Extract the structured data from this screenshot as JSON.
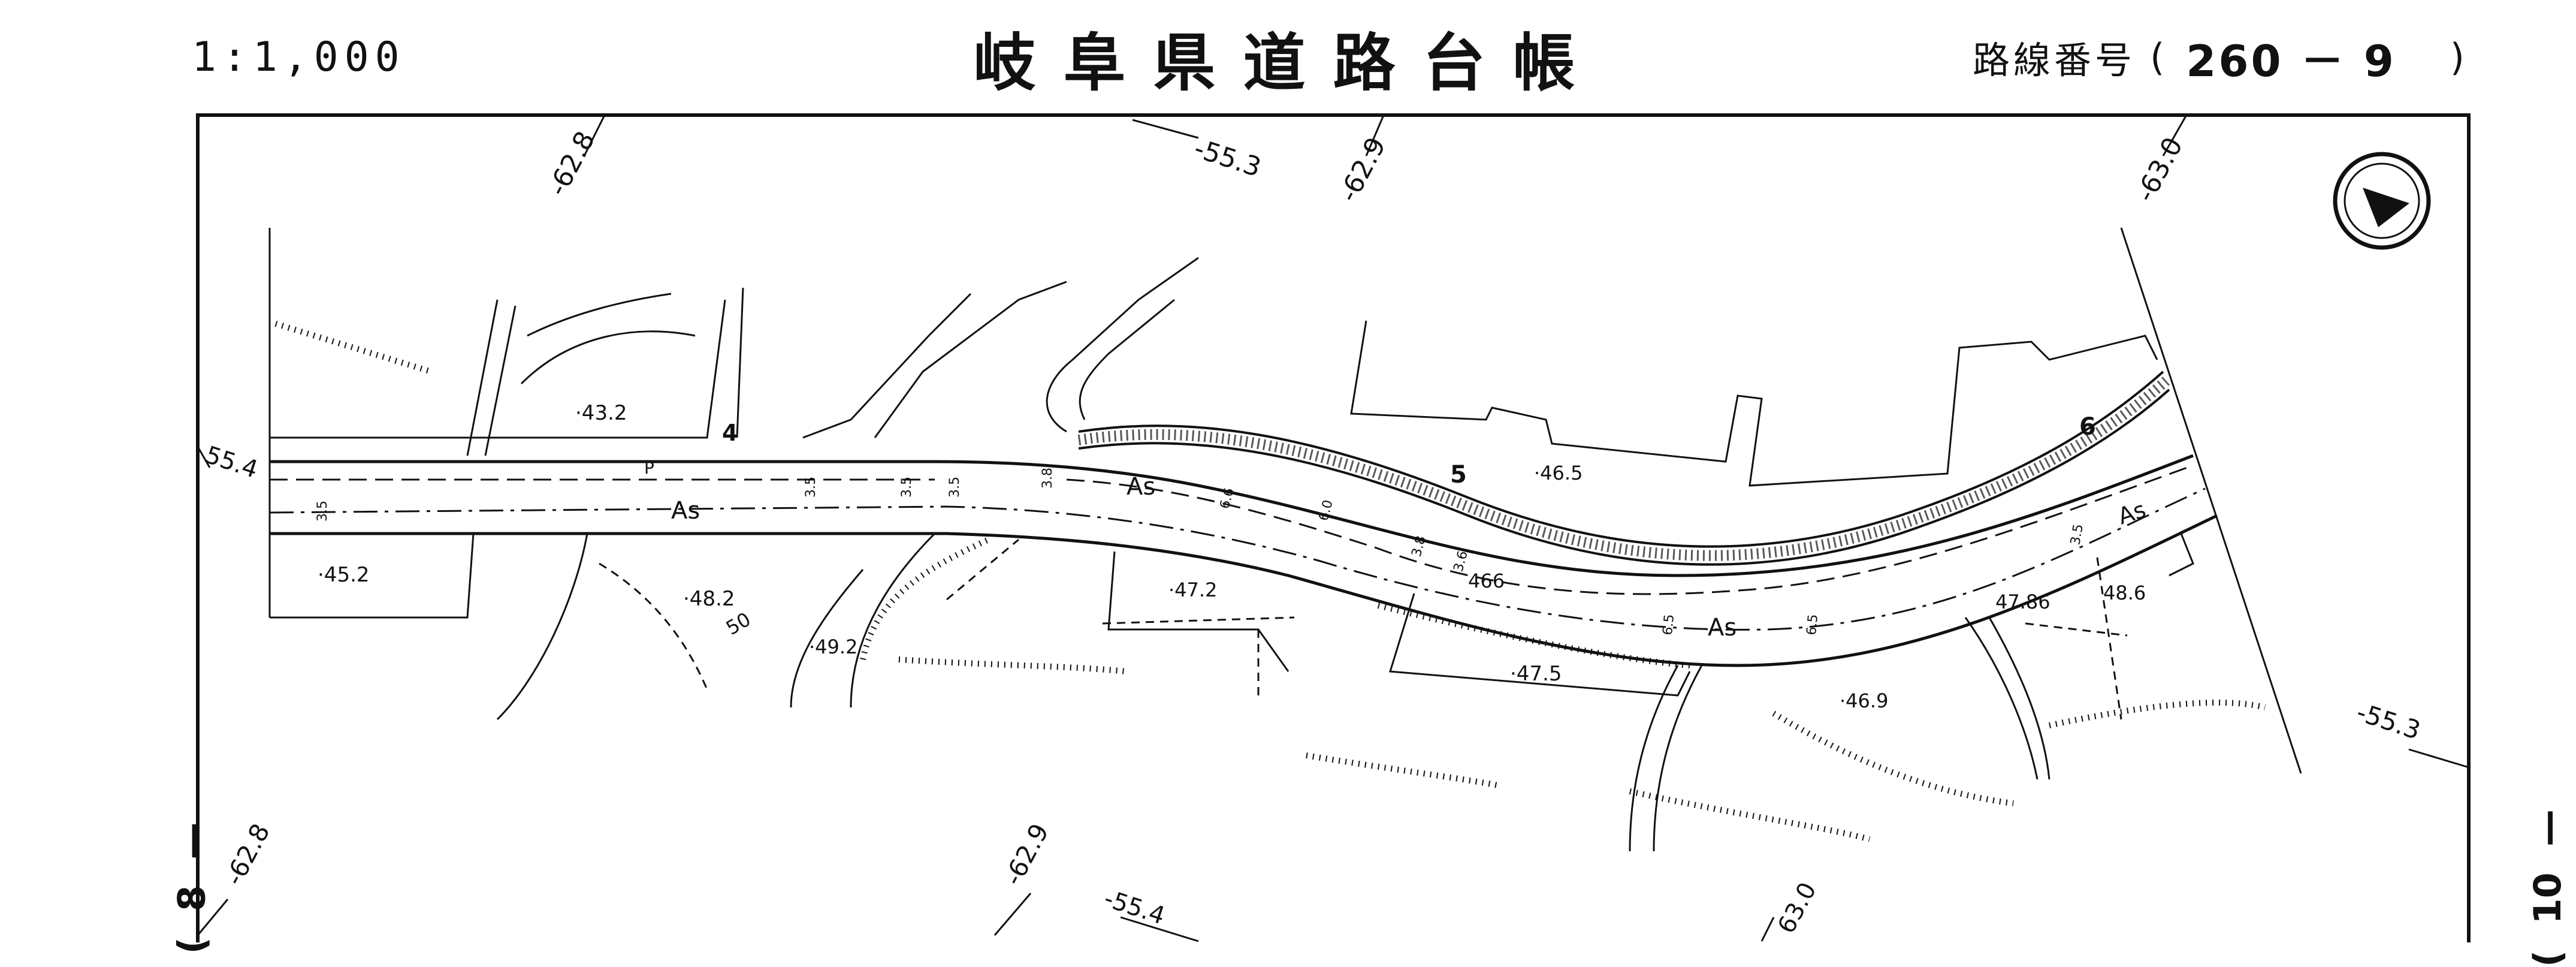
{
  "header": {
    "scale": "1:1,000",
    "title": "岐阜県道路台帳",
    "route_label": "路線番号",
    "route_open": "(",
    "route_number": "260 － 9",
    "route_close": ")"
  },
  "sheet_refs": {
    "left": "8",
    "right": "10"
  },
  "compass": {
    "icon": "north-arrow-icon"
  },
  "grid_labels": {
    "top_1": "-62.8",
    "top_2": "-55.3",
    "top_3": "-62.9",
    "top_4": "-63.0",
    "left_mid": "55.4",
    "right_mid": "-55.3",
    "bottom_1": "-62.8",
    "bottom_2": "-62.9",
    "bottom_3": "-55.4",
    "bottom_4": "63.0"
  },
  "elevations": {
    "e_43_2": "·43.2",
    "e_45_2": "·45.2",
    "e_48_2": "·48.2",
    "e_49_2": "·49.2",
    "e_47_2": "·47.2",
    "e_46_5": "·46.5",
    "e_46_6": "466",
    "e_47_5": "·47.5",
    "e_46_9": "·46.9",
    "e_47_86": "47.86",
    "e_48_6": "48.6",
    "contour_50": "50"
  },
  "road": {
    "surface_1": "As",
    "surface_2": "As",
    "surface_3": "As",
    "surface_4": "As",
    "station_4": "4",
    "station_5": "5",
    "station_6": "6",
    "p": "P",
    "widths": [
      "3.5",
      "3.5",
      "3.5",
      "3.5",
      "3.8",
      "6.6",
      "6.0",
      "3.8",
      "3.6",
      "6.5",
      "6.5",
      "3.5"
    ]
  }
}
